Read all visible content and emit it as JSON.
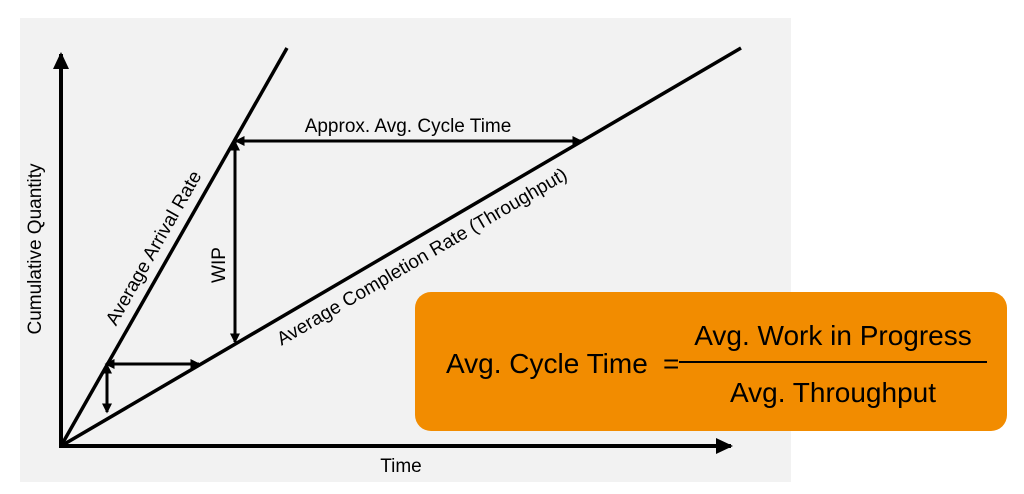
{
  "diagram": {
    "y_axis_label": "Cumulative Quantity",
    "x_axis_label": "Time",
    "arrival_line_label": "Average Arrival Rate",
    "completion_line_label": "Average Completion Rate (Throughput)",
    "cycle_time_label": "Approx. Avg. Cycle Time",
    "wip_label": "WIP"
  },
  "formula": {
    "lhs": "Avg. Cycle Time",
    "equals": "=",
    "numerator": "Avg. Work in Progress",
    "denominator": "Avg. Throughput"
  },
  "colors": {
    "panel_background": "#f2f2f2",
    "formula_background": "#f28c00",
    "line_color": "#000000"
  }
}
